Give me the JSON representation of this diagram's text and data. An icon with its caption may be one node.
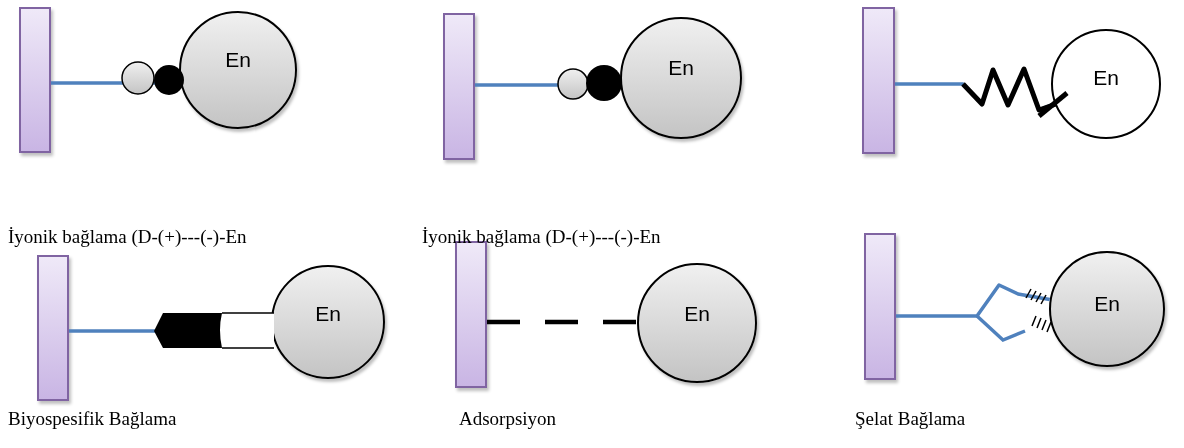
{
  "diagram": {
    "nodes": [
      {
        "text": [],
        "shape": "bar"
      },
      {
        "text": [
          "En"
        ]
      },
      {
        "text": [],
        "shape": "bar"
      },
      {
        "text": [
          "En"
        ]
      },
      {
        "text": [],
        "shape": "bar"
      },
      {
        "text": [
          "En"
        ]
      },
      {
        "text": [],
        "shape": "bar"
      },
      {
        "text": [
          "En"
        ]
      },
      {
        "text": [],
        "shape": "bar"
      },
      {
        "text": [
          "En"
        ]
      },
      {
        "text": [],
        "shape": "bar"
      },
      {
        "text": [
          "En"
        ]
      }
    ],
    "edges": [
      {
        "from": 0,
        "to": 1,
        "arrow": "none"
      },
      {
        "from": 2,
        "to": 3,
        "arrow": "none"
      },
      {
        "from": 4,
        "to": 5,
        "arrow": "none"
      },
      {
        "from": 6,
        "to": 7,
        "arrow": "none"
      },
      {
        "from": 8,
        "to": 9,
        "arrow": "none",
        "style": "dashed",
        "color": "#000000"
      },
      {
        "from": 10,
        "to": 11,
        "arrow": "none"
      }
    ],
    "labels": [
      "İyonik bağlama (D-(+)---(-)-En",
      "İyonik bağlama (D-(+)---(-)-En",
      "Biyospesifik Bağlama",
      "Adsorpsiyon",
      "Şelat Bağlama"
    ]
  }
}
